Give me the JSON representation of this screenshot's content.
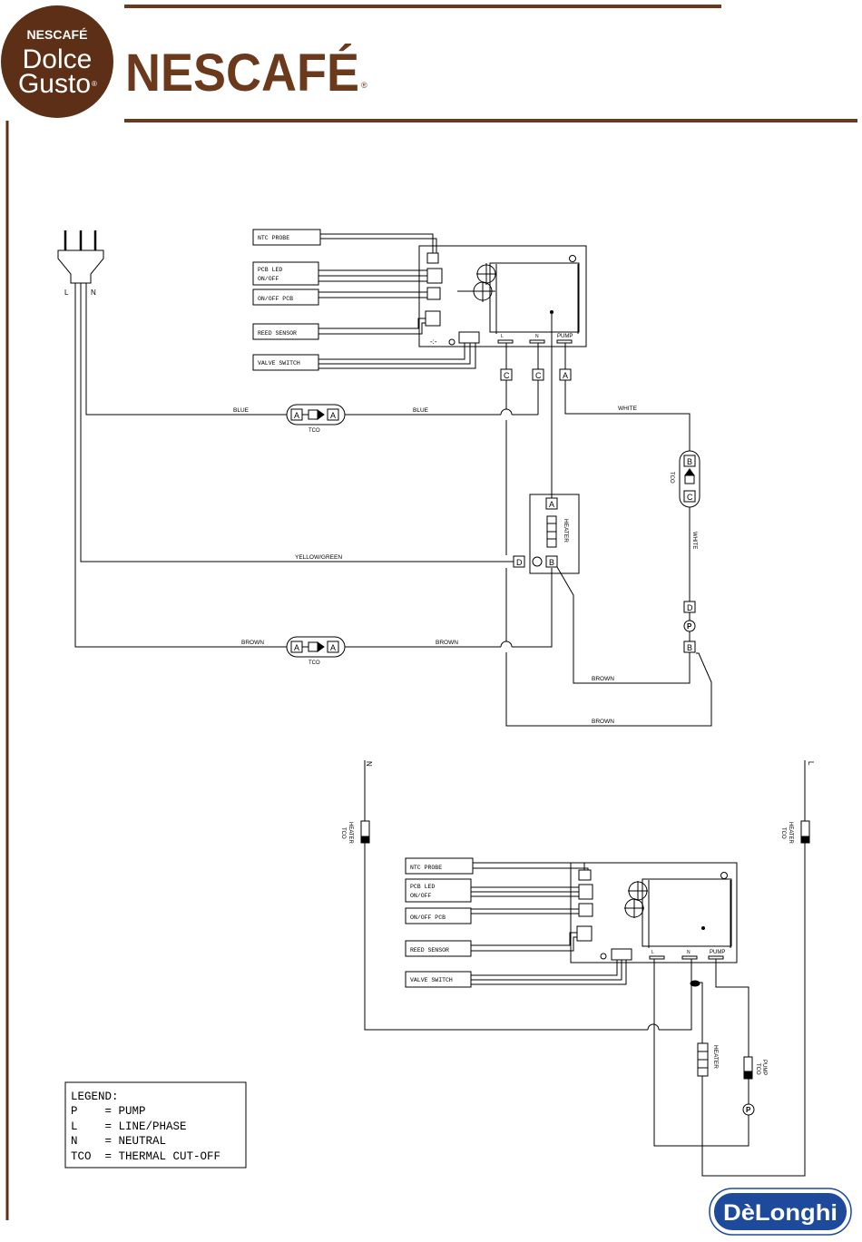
{
  "header": {
    "badge_line1": "NESCAFÉ",
    "badge_line2": "Dolce",
    "badge_line3": "Gusto",
    "badge_reg": "®",
    "wordmark": "NESCAFÉ",
    "wordmark_reg": "®",
    "brown": "#6b3a1d",
    "badge_color": "#5e2f17"
  },
  "footer": {
    "brand": "DèLonghi",
    "brand_color": "#1d4a9a"
  },
  "diagram_top": {
    "plug_L": "L",
    "plug_N": "N",
    "boxes": {
      "ntc_probe": "NTC PROBE",
      "pcb_led_1": "PCB LED",
      "pcb_led_2": "ON/OFF",
      "onoff_pcb": "ON/OFF PCB",
      "reed_sensor": "REED SENSOR",
      "valve_switch": "VALVE SWITCH"
    },
    "board_labels": {
      "L": "L",
      "N": "N",
      "pump": "PUMP"
    },
    "terminals": {
      "c1": "C",
      "c2": "C",
      "a1": "A",
      "tco_blue_in": "A",
      "tco_blue_out": "A",
      "tco_brown_in": "A",
      "tco_brown_out": "A",
      "tco_white_top": "B",
      "tco_white_bottom": "C",
      "heater_a": "A",
      "heater_b": "B",
      "heater_d": "D",
      "pump_d": "D",
      "pump_b": "B",
      "pump_p": "P"
    },
    "wires": {
      "blue_left": "BLUE",
      "blue_right": "BLUE",
      "white_top": "WHITE",
      "white_vertical": "WHITE",
      "yellow_green": "YELLOW/GREEN",
      "brown_left": "BROWN",
      "brown_right": "BROWN",
      "brown_mid": "BROWN",
      "brown_bottom": "BROWN"
    },
    "tco_blue": "TCO",
    "tco_brown": "TCO",
    "tco_white": "TCO",
    "heater": "HEATER"
  },
  "diagram_bottom": {
    "N": "N",
    "L": "L",
    "heater_tco_left_1": "HEATER",
    "heater_tco_left_2": "TCO",
    "heater_tco_right_1": "HEATER",
    "heater_tco_right_2": "TCO",
    "boxes": {
      "ntc_probe": "NTC PROBE",
      "pcb_led_1": "PCB LED",
      "pcb_led_2": "ON/OFF",
      "onoff_pcb": "ON/OFF PCB",
      "reed_sensor": "REED SENSOR",
      "valve_switch": "VALVE SWITCH"
    },
    "board_labels": {
      "L": "L",
      "N": "N",
      "pump": "PUMP"
    },
    "heater": "HEATER",
    "pump_tco_1": "PUMP",
    "pump_tco_2": "TCO",
    "pump_p": "P"
  },
  "legend": {
    "title": "LEGEND:",
    "rows": [
      "P    = PUMP",
      "L    = LINE/PHASE",
      "N    = NEUTRAL",
      "TCO  = THERMAL CUT-OFF"
    ]
  }
}
